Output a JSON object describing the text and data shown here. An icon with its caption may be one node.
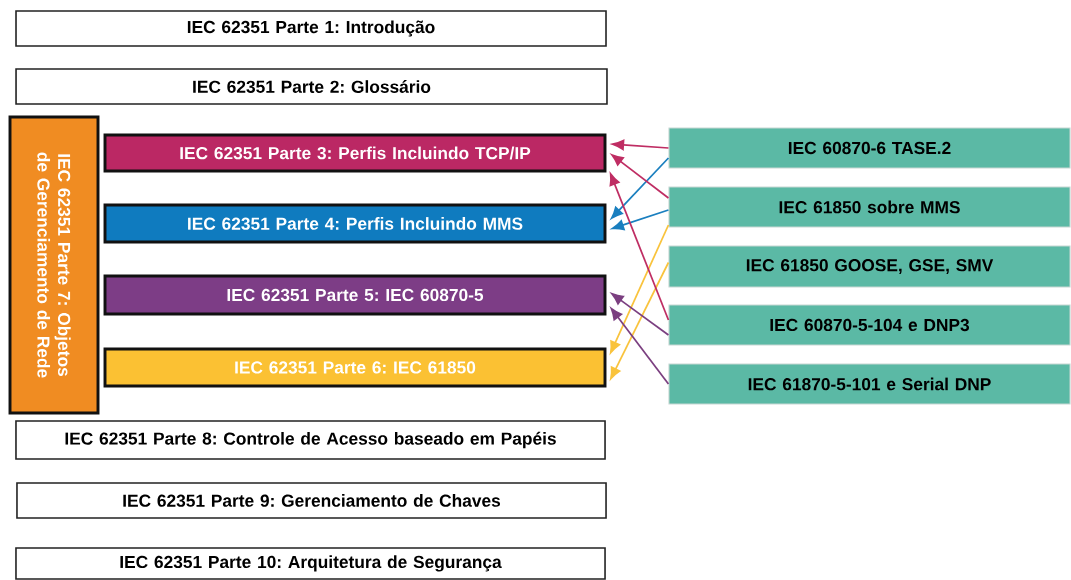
{
  "diagram": {
    "nodes": [
      {
        "text": [
          "IEC 62351 Parte 1: Introdução"
        ]
      },
      {
        "text": [
          "IEC 62351 Parte 2: Glossário"
        ]
      },
      {
        "text": [
          "IEC 62351 Parte 7: Objetos de Gerenciamento de Rede"
        ]
      },
      {
        "text": [
          "IEC 62351 Parte 3: Perfis Incluindo TCP/IP"
        ]
      },
      {
        "text": [
          "IEC 62351 Parte 4: Perfis Incluindo MMS"
        ]
      },
      {
        "text": [
          "IEC 62351 Parte 5: IEC 60870-5"
        ]
      },
      {
        "text": [
          "IEC 62351 Parte 6: IEC 61850"
        ]
      },
      {
        "text": [
          "IEC 62351 Parte 8: Controle de Acesso baseado em Papéis"
        ]
      },
      {
        "text": [
          "IEC 62351 Parte 9: Gerenciamento de Chaves"
        ]
      },
      {
        "text": [
          "IEC 62351 Parte 10: Arquitetura de Segurança"
        ]
      },
      {
        "text": [
          "IEC 60870-6 TASE.2"
        ]
      },
      {
        "text": [
          "IEC 61850 sobre MMS"
        ]
      },
      {
        "text": [
          "IEC 61850 GOOSE, GSE, SMV"
        ]
      },
      {
        "text": [
          "IEC 60870-5-104 e DNP3"
        ]
      },
      {
        "text": [
          "IEC 61870-5-101 e Serial DNP"
        ]
      }
    ],
    "edges": [
      {
        "from": 10,
        "to": 3,
        "arrow": "to",
        "color": "#bf2d63"
      },
      {
        "from": 10,
        "to": 4,
        "arrow": "to",
        "color": "#1a7fbf"
      },
      {
        "from": 11,
        "to": 3,
        "arrow": "to",
        "color": "#bf2d63"
      },
      {
        "from": 11,
        "to": 4,
        "arrow": "to",
        "color": "#1a7fbf"
      },
      {
        "from": 11,
        "to": 6,
        "arrow": "to",
        "color": "#f9c33c"
      },
      {
        "from": 12,
        "to": 6,
        "arrow": "to",
        "color": "#f9c33c"
      },
      {
        "from": 13,
        "to": 3,
        "arrow": "to",
        "color": "#bf2d63"
      },
      {
        "from": 13,
        "to": 5,
        "arrow": "to",
        "color": "#7b3f80"
      },
      {
        "from": 14,
        "to": 5,
        "arrow": "to",
        "color": "#7b3f80"
      }
    ]
  }
}
